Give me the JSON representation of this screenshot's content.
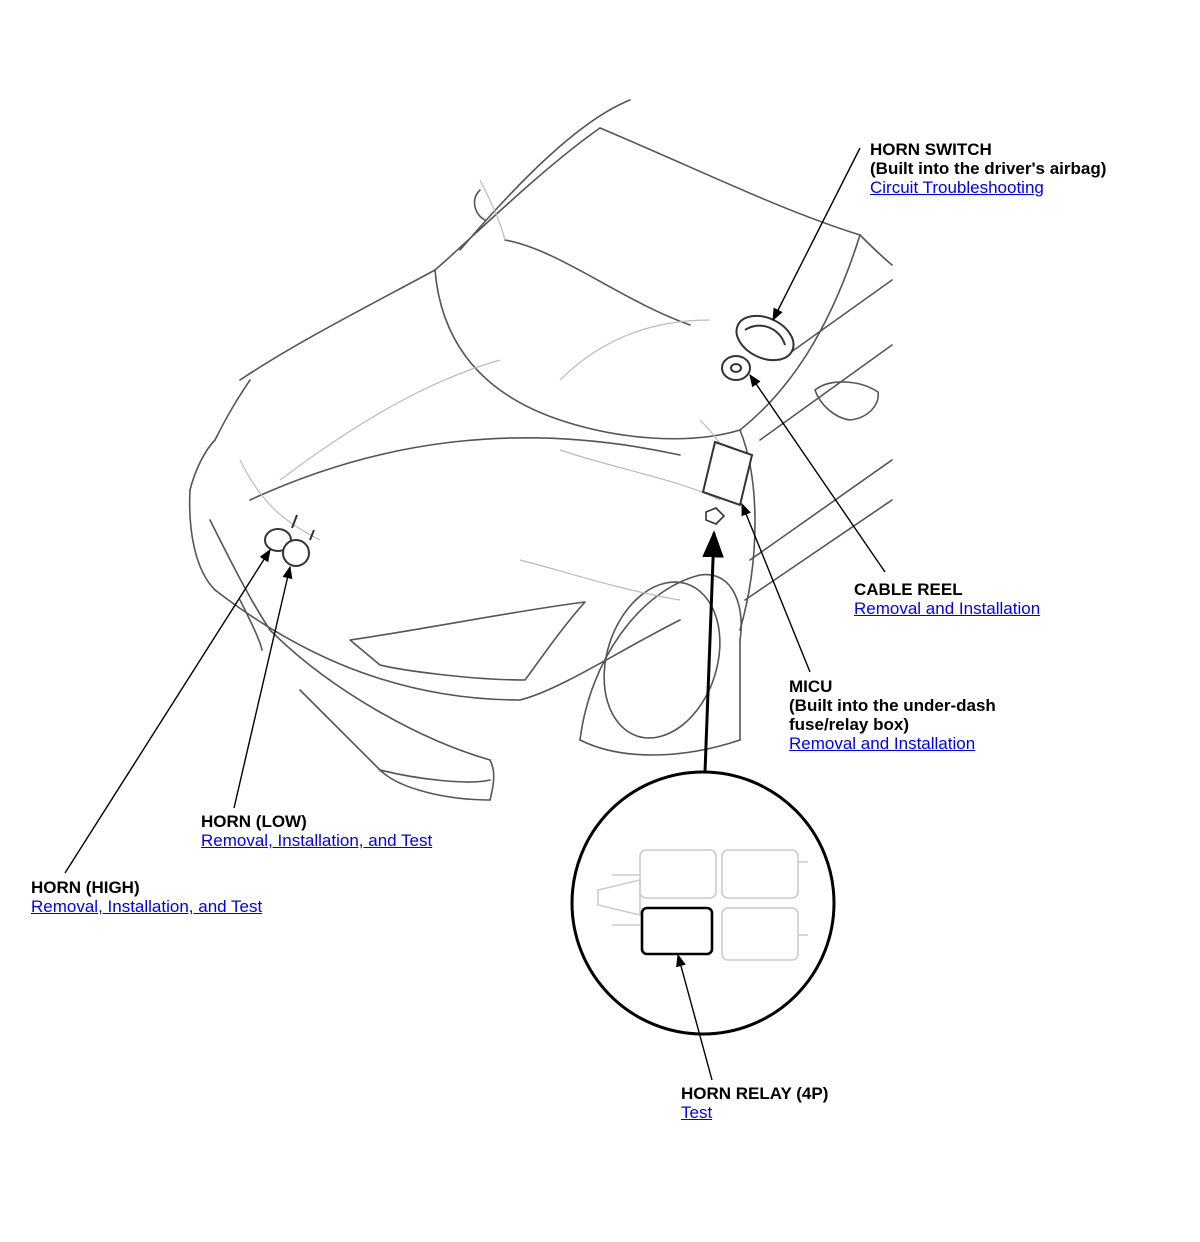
{
  "callouts": {
    "horn_switch": {
      "title": "HORN SWITCH",
      "subtitle": "(Built into the driver's airbag)",
      "link": "Circuit Troubleshooting"
    },
    "cable_reel": {
      "title": "CABLE REEL",
      "link": "Removal and Installation"
    },
    "micu": {
      "title": "MICU",
      "subtitle_line1": "(Built into the under-dash",
      "subtitle_line2": "fuse/relay box)",
      "link": "Removal and Installation"
    },
    "horn_low": {
      "title": "HORN (LOW)",
      "link": "Removal, Installation, and Test"
    },
    "horn_high": {
      "title": "HORN (HIGH)",
      "link": "Removal, Installation, and Test"
    },
    "horn_relay": {
      "title": "HORN RELAY (4P)",
      "link": "Test"
    }
  },
  "colors": {
    "link": "#0000ee",
    "line_art": "#555555",
    "light_line": "#bbbbbb",
    "leader": "#000000"
  }
}
